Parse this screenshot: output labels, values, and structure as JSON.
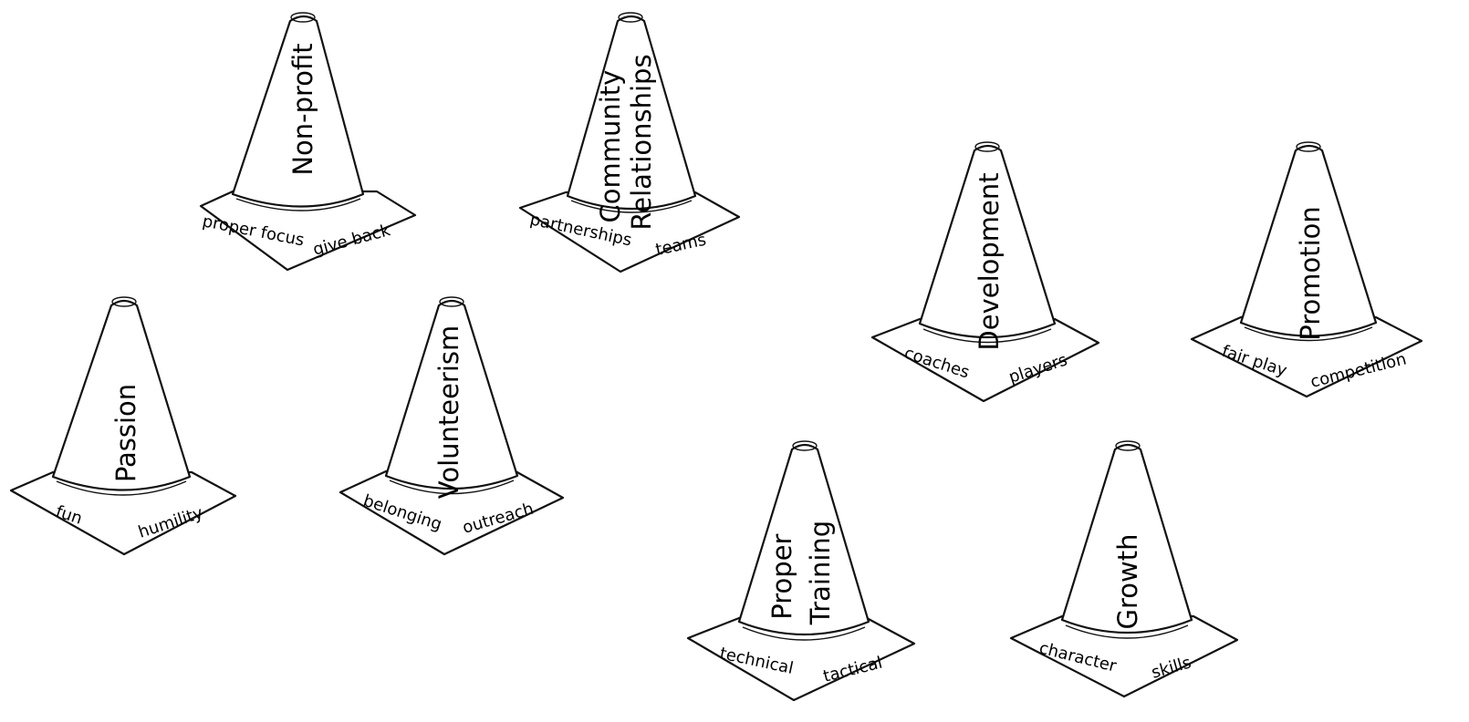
{
  "cones": [
    {
      "id": "nonprofit",
      "title_lines": [
        "Non-profit"
      ],
      "left_word": "proper focus",
      "right_word": "give back"
    },
    {
      "id": "community",
      "title_lines": [
        "Community",
        "Relationships"
      ],
      "left_word": "partnerships",
      "right_word": "teams"
    },
    {
      "id": "development",
      "title_lines": [
        "Development"
      ],
      "left_word": "coaches",
      "right_word": "players"
    },
    {
      "id": "promotion",
      "title_lines": [
        "Promotion"
      ],
      "left_word": "fair play",
      "right_word": "competition"
    },
    {
      "id": "passion",
      "title_lines": [
        "Passion"
      ],
      "left_word": "fun",
      "right_word": "humility"
    },
    {
      "id": "volunteerism",
      "title_lines": [
        "Volunteerism"
      ],
      "left_word": "belonging",
      "right_word": "outreach"
    },
    {
      "id": "training",
      "title_lines": [
        "Proper",
        "Training"
      ],
      "left_word": "technical",
      "right_word": "tactical"
    },
    {
      "id": "growth",
      "title_lines": [
        "Growth"
      ],
      "left_word": "character",
      "right_word": "skills"
    }
  ]
}
